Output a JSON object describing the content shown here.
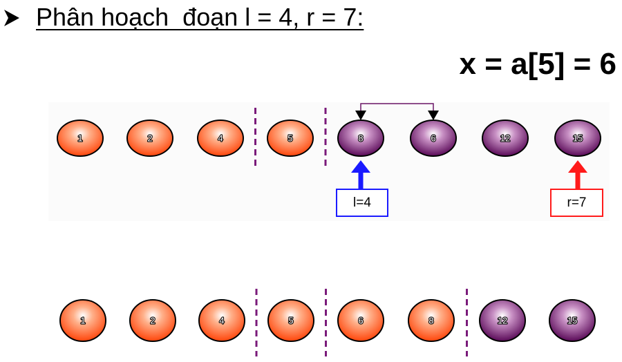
{
  "heading": "Phân hoạch  đoạn l = 4, r = 7:",
  "pivot": "x = a[5] = 6",
  "colors": {
    "orange_ball": "#ff5a1e",
    "purple_ball": "#6a1466",
    "divider": "#7a1a7a",
    "swap_arrow": "#6a1466",
    "l_pointer": "#1a1aff",
    "r_pointer": "#ff1a1a"
  },
  "before": {
    "values": [
      "1",
      "2",
      "4",
      "5",
      "8",
      "6",
      "12",
      "15"
    ],
    "styles": [
      "orange",
      "orange",
      "orange",
      "orange",
      "purple",
      "purple",
      "purple",
      "purple"
    ],
    "dividers_after_index": [
      2,
      3
    ],
    "swap_between_index": [
      4,
      5
    ]
  },
  "after": {
    "values": [
      "1",
      "2",
      "4",
      "5",
      "6",
      "8",
      "12",
      "15"
    ],
    "styles": [
      "orange",
      "orange",
      "orange",
      "orange",
      "orange",
      "orange",
      "purple",
      "purple"
    ],
    "dividers_after_index": [
      2,
      3,
      5
    ]
  },
  "pointers": {
    "l_label": "l=4",
    "l_index": 4,
    "r_label": "r=7",
    "r_index": 7
  }
}
